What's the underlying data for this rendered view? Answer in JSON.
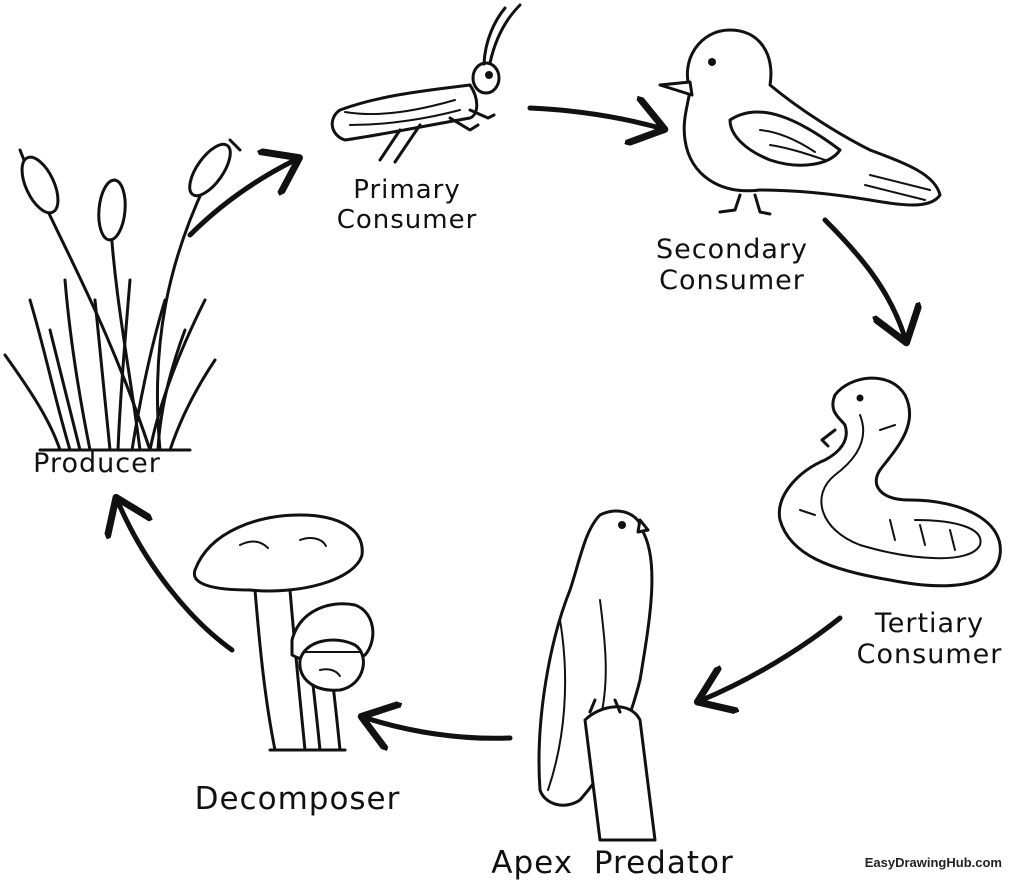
{
  "stages": [
    {
      "id": "producer",
      "lines": [
        "Producer"
      ],
      "icon": "cattail-grass-icon"
    },
    {
      "id": "primary-consumer",
      "lines": [
        "Primary",
        "Consumer"
      ],
      "icon": "grasshopper-icon"
    },
    {
      "id": "secondary-consumer",
      "lines": [
        "Secondary",
        "Consumer"
      ],
      "icon": "bird-icon"
    },
    {
      "id": "tertiary-consumer",
      "lines": [
        "Tertiary",
        "Consumer"
      ],
      "icon": "snake-icon"
    },
    {
      "id": "apex-predator",
      "lines": [
        "Apex Predator"
      ],
      "icon": "hawk-icon"
    },
    {
      "id": "decomposer",
      "lines": [
        "Decomposer"
      ],
      "icon": "mushroom-icon"
    }
  ],
  "watermark": "EasyDrawingHub.com",
  "colors": {
    "ink": "#111111",
    "background": "#ffffff"
  }
}
